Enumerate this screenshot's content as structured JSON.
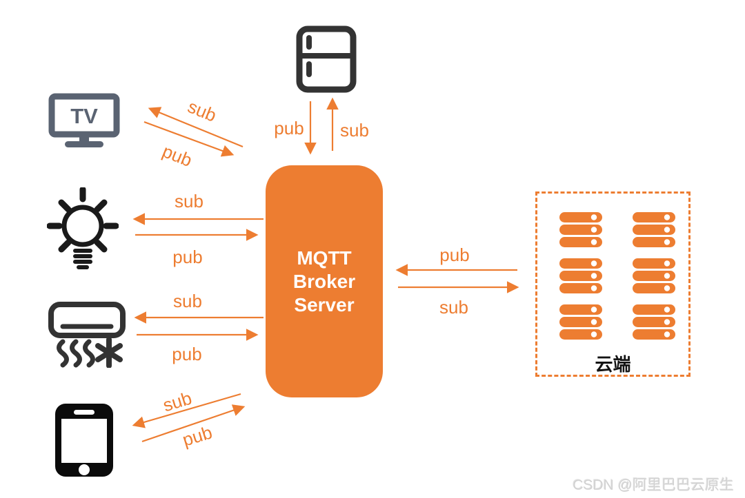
{
  "broker": {
    "title_lines": [
      "MQTT",
      "Broker",
      "Server"
    ]
  },
  "devices": {
    "fridge": {
      "icon": "fridge-icon",
      "pub_label": "pub",
      "sub_label": "sub"
    },
    "tv": {
      "icon": "tv-icon",
      "icon_text": "TV",
      "pub_label": "pub",
      "sub_label": "sub"
    },
    "bulb": {
      "icon": "lightbulb-icon",
      "pub_label": "pub",
      "sub_label": "sub"
    },
    "ac": {
      "icon": "air-conditioner-icon",
      "pub_label": "pub",
      "sub_label": "sub"
    },
    "phone": {
      "icon": "smartphone-icon",
      "pub_label": "pub",
      "sub_label": "sub"
    }
  },
  "cloud": {
    "label": "云端",
    "pub_label": "pub",
    "sub_label": "sub",
    "server_stack_count": 6
  },
  "watermark": "CSDN @阿里巴巴云原生",
  "colors": {
    "accent": "#ED7D31",
    "device-dark": "#333333",
    "tv-gray": "#5A6372",
    "phone-black": "#0B0B0B",
    "watermark-gray": "#D2D2D2"
  }
}
